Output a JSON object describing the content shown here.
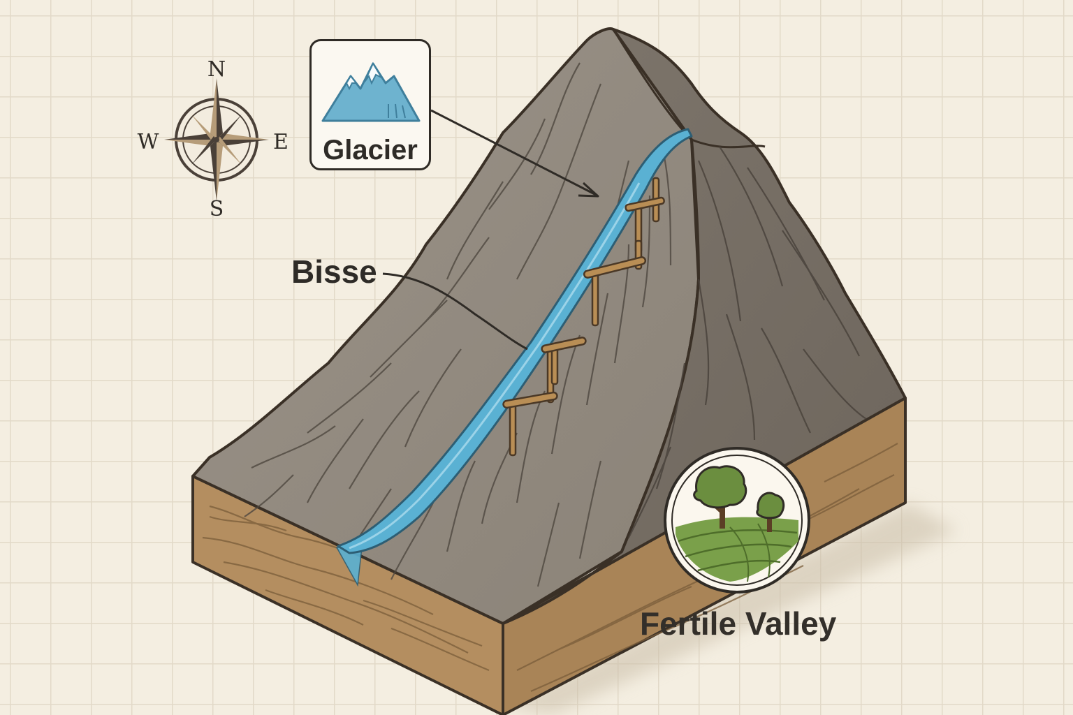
{
  "compass": {
    "north": "N",
    "south": "S",
    "east": "E",
    "west": "W"
  },
  "labels": {
    "glacier": "Glacier",
    "bisse": "Bisse",
    "valley": "Fertile Valley"
  },
  "icons": {
    "glacier": "mountain-glacier-icon",
    "valley": "trees-fields-icon",
    "compass": "compass-rose-icon"
  },
  "colors": {
    "water": "#5ab1d3",
    "rock": "#8c847a",
    "soil": "#b48e60",
    "wood": "#b98e55",
    "foliage": "#6b8e3f"
  }
}
